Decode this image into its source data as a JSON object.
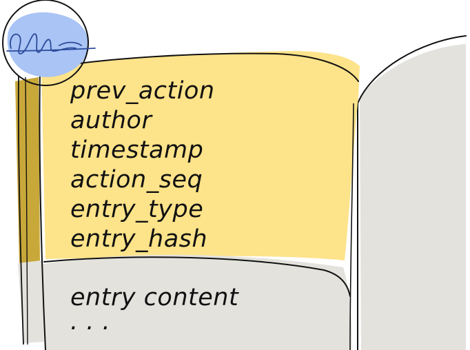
{
  "colors": {
    "background": "#ffffff",
    "header_fill": "#fde38a",
    "content_fill": "#e3e2dd",
    "pole_fill": "#c9a83a",
    "seal_fill": "#a9c4f5",
    "ink": "#111111",
    "signature_ink": "#2b4a9a"
  },
  "header_fields": [
    {
      "label": "prev_action"
    },
    {
      "label": "author"
    },
    {
      "label": "timestamp"
    },
    {
      "label": "action_seq"
    },
    {
      "label": "entry_type"
    },
    {
      "label": "entry_hash"
    }
  ],
  "content": {
    "label": "entry content",
    "ellipsis": ". . ."
  },
  "seal": {
    "icon": "signature-seal-icon"
  }
}
